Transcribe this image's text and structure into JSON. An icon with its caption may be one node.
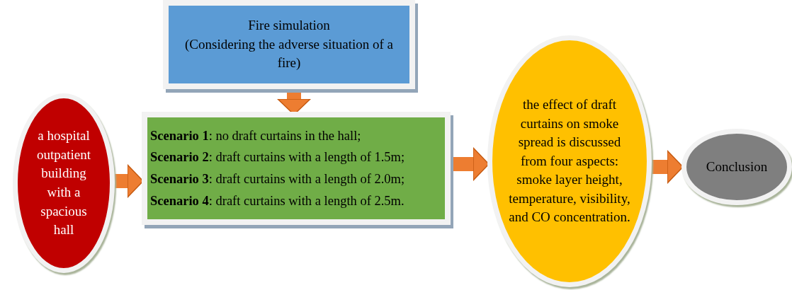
{
  "diagram": {
    "nodes": [
      {
        "text": [
          "a hospital outpatient building with a spacious hall"
        ]
      },
      {
        "text": [
          "Fire simulation",
          "(Considering the adverse situation of a fire)"
        ]
      },
      {
        "text": [
          "**Scenario 1**: no draft curtains in the hall;",
          "**Scenario 2**: draft curtains with a length of 1.5m;",
          "**Scenario 3**: draft curtains with a length of 2.0m;",
          "**Scenario 4**: draft curtains with a length of 2.5m."
        ]
      },
      {
        "text": [
          "the effect of draft curtains on smoke spread is discussed from four aspects: smoke layer height, temperature, visibility, and CO concentration."
        ]
      },
      {
        "text": [
          "Conclusion"
        ]
      }
    ],
    "edges": [
      {
        "from": 0,
        "to": 2,
        "arrow": "to"
      },
      {
        "from": 1,
        "to": 2,
        "arrow": "to"
      },
      {
        "from": 2,
        "to": 3,
        "arrow": "to"
      },
      {
        "from": 3,
        "to": 4,
        "arrow": "to"
      }
    ]
  }
}
